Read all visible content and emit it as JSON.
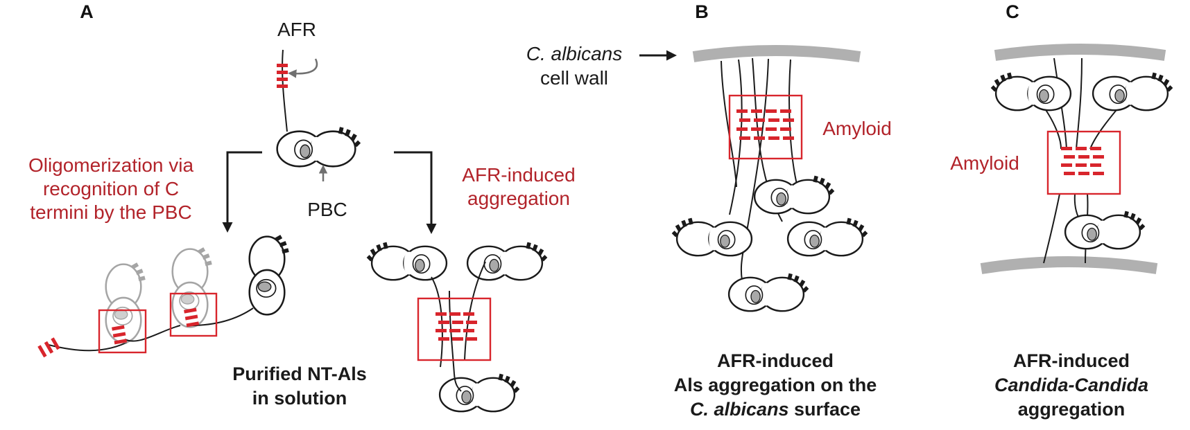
{
  "panels": {
    "a": {
      "letter": "A",
      "afr_label": "AFR",
      "pbc_label": "PBC",
      "oligo_lines": [
        "Oligomerization via",
        "recognition of C",
        "termini by the PBC"
      ],
      "afr_agg_lines": [
        "AFR-induced",
        "aggregation"
      ],
      "caption_lines": [
        "Purified NT-Als",
        "in solution"
      ]
    },
    "b": {
      "letter": "B",
      "wall_lines": [
        "C. albicans",
        "cell wall"
      ],
      "amyloid_label": "Amyloid",
      "caption_lines": [
        "AFR-induced",
        "Als aggregation on the",
        "C. albicans",
        " surface"
      ]
    },
    "c": {
      "letter": "C",
      "amyloid_label": "Amyloid",
      "caption_lines": [
        "AFR-induced",
        "Candida-Candida",
        "aggregation"
      ]
    }
  },
  "colors": {
    "amyloid_red": "#d8252c",
    "label_red": "#b2232a",
    "cell_wall_gray": "#b0b0b0",
    "outline": "#1a1a1a"
  }
}
